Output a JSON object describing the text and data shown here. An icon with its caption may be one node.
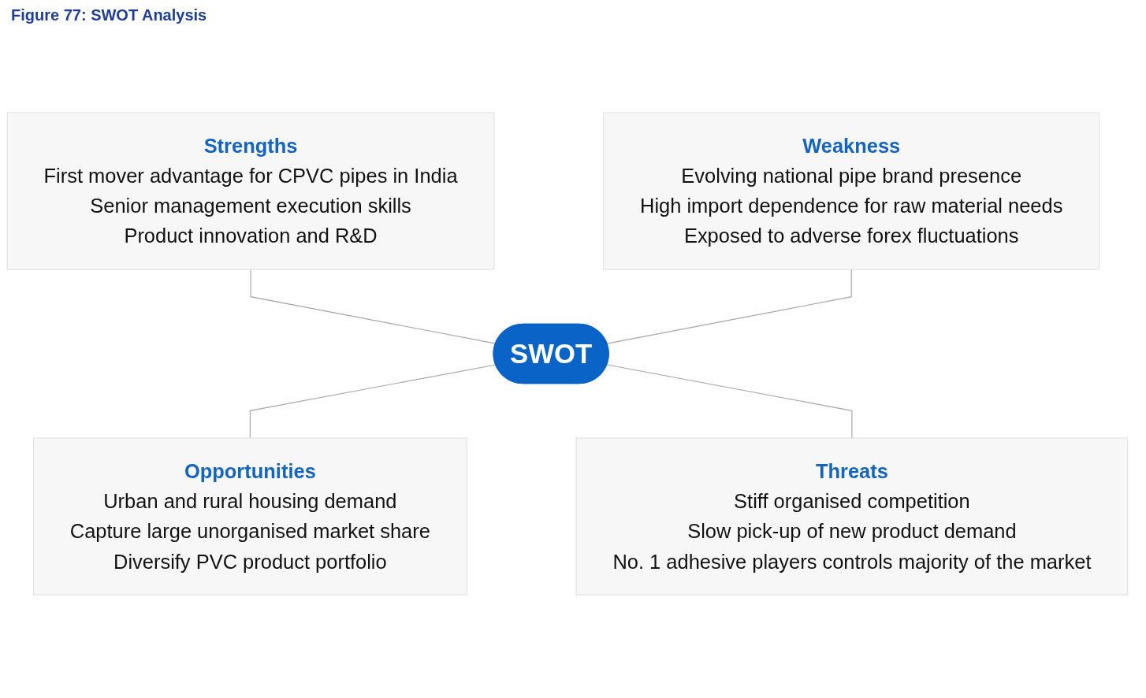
{
  "diagram": {
    "title": "Figure 77: SWOT Analysis",
    "nodes": [
      {
        "text": [
          "Strengths",
          "First mover advantage for CPVC pipes in India",
          "Senior management execution skills",
          "Product innovation and R&D"
        ]
      },
      {
        "text": [
          "Weakness",
          "Evolving national pipe brand presence",
          "High import dependence for raw material needs",
          "Exposed to adverse forex fluctuations"
        ]
      },
      {
        "text": [
          "SWOT"
        ]
      },
      {
        "text": [
          "Opportunities",
          "Urban and rural housing demand",
          "Capture large unorganised market share",
          "Diversify PVC product portfolio"
        ]
      },
      {
        "text": [
          "Threats",
          "Stiff organised competition",
          "Slow pick-up of new product demand",
          "No. 1 adhesive players controls majority of the market"
        ]
      }
    ],
    "edges": [
      {
        "from": 0,
        "to": 2,
        "arrow": "none"
      },
      {
        "from": 1,
        "to": 2,
        "arrow": "none"
      },
      {
        "from": 2,
        "to": 3,
        "arrow": "none"
      },
      {
        "from": 2,
        "to": 4,
        "arrow": "none"
      }
    ]
  }
}
